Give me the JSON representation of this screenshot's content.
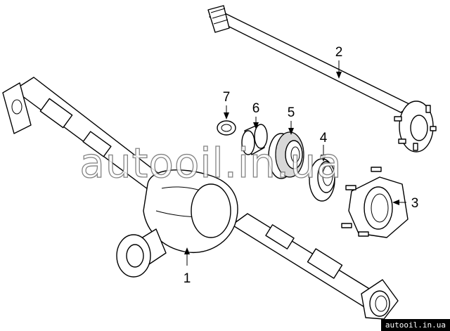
{
  "diagram": {
    "callouts": [
      "1",
      "2",
      "3",
      "4",
      "5",
      "6",
      "7"
    ],
    "watermark": "autooil.in.ua",
    "footer": "autooil.in.ua"
  },
  "colors": {
    "line": "#000000",
    "background": "#ffffff",
    "watermark_outline": "#6e6e6e",
    "footer_bg": "#000000",
    "footer_text": "#ffffff"
  }
}
